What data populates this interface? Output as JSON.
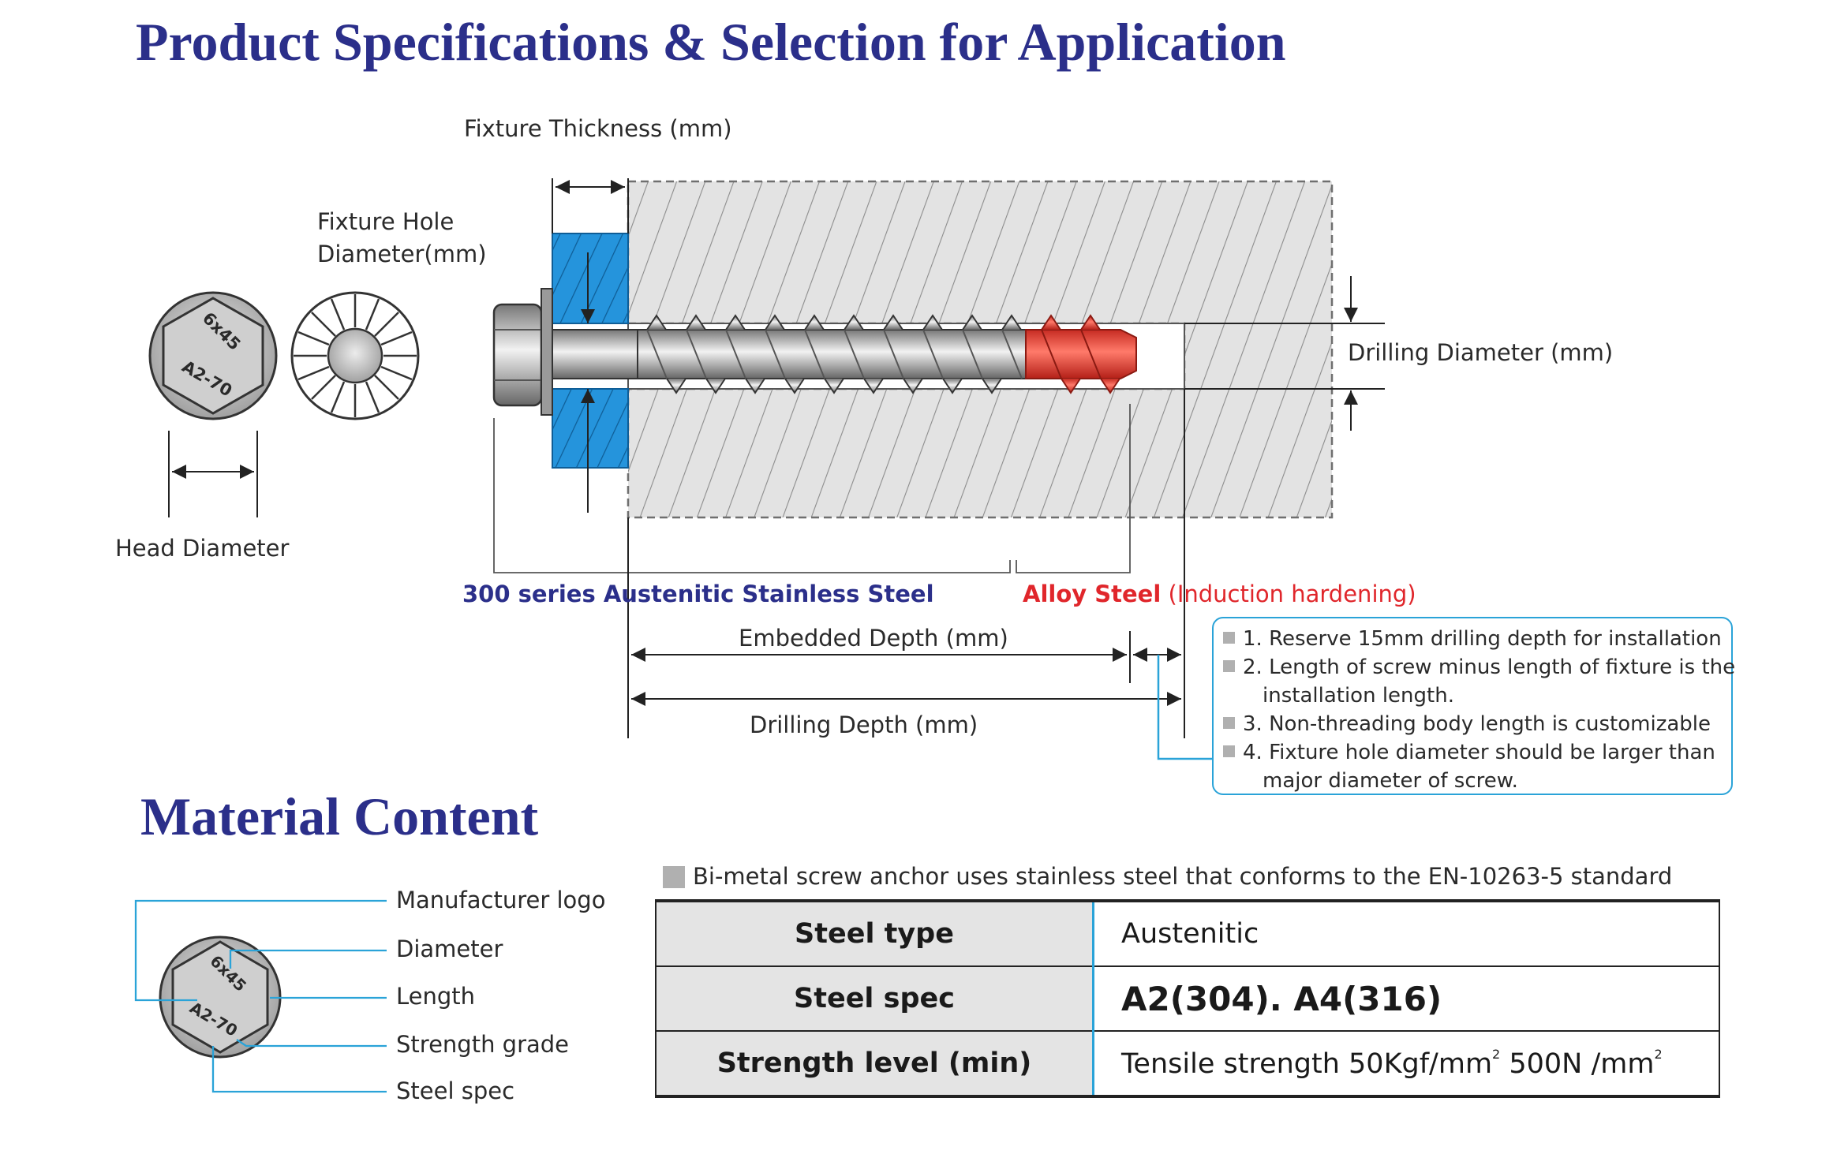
{
  "titles": {
    "main": "Product Specifications & Selection for Application",
    "material": "Material Content"
  },
  "diagram_labels": {
    "fixture_thickness": "Fixture Thickness (mm)",
    "fixture_hole_line1": "Fixture Hole",
    "fixture_hole_line2": "Diameter(mm)",
    "head_diameter": "Head Diameter",
    "drilling_diameter": "Drilling Diameter (mm)",
    "stainless": "300 series Austenitic Stainless Steel",
    "alloy": "Alloy Steel",
    "alloy_note": "(Induction hardening)",
    "embedded_depth": "Embedded Depth (mm)",
    "drilling_depth": "Drilling Depth (mm)"
  },
  "head_markings": {
    "size": "6x45",
    "grade": "A2-70"
  },
  "notes": [
    "1. Reserve 15mm drilling depth for installation",
    "2. Length of screw minus length of fixture is the",
    "installation length.",
    "3. Non-threading body length is customizable",
    "4. Fixture hole diameter should be larger than",
    "major diameter of screw."
  ],
  "material_callouts": {
    "logo": "Manufacturer logo",
    "diameter": "Diameter",
    "length": "Length",
    "strength": "Strength grade",
    "spec": "Steel spec"
  },
  "standard_note": "Bi-metal screw anchor uses stainless steel that conforms  to the EN-10263-5 standard",
  "table": {
    "rows": [
      {
        "key": "Steel type",
        "value": "Austenitic"
      },
      {
        "key": "Steel spec",
        "value": "A2(304). A4(316)"
      },
      {
        "key": "Strength level (min)",
        "value_a": "Tensile strength 50Kgf/mm",
        "sup_a": "2",
        "value_b": " 500N /mm",
        "sup_b": "2"
      }
    ]
  },
  "colors": {
    "title": "#2b2f8a",
    "stainless_label": "#2b2f8a",
    "alloy_label": "#e0262b",
    "fixture": "#2594dc",
    "concrete": "#e3e3e3",
    "callout_line": "#2aa3d8",
    "alloy_tip": "#ee4a3c"
  }
}
